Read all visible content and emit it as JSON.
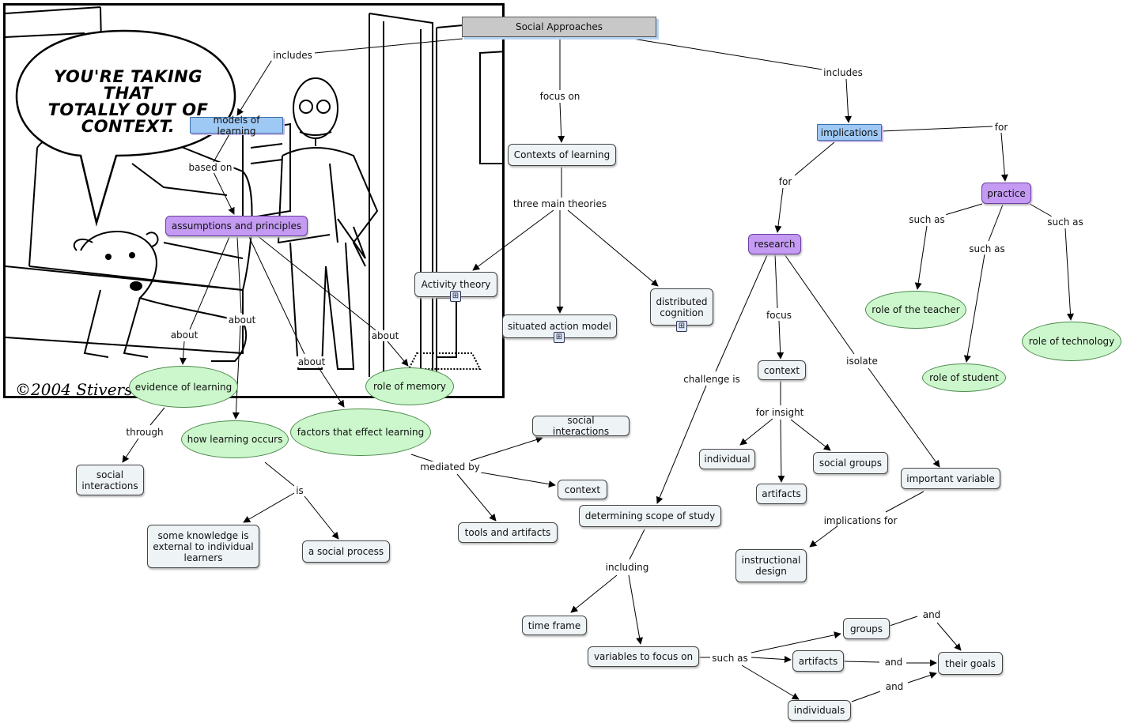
{
  "cartoon": {
    "speech": [
      "YOU'RE TAKING THAT",
      "TOTALLY OUT OF",
      "CONTEXT."
    ],
    "signature": "©2004 Stivers"
  },
  "nodes": [
    {
      "id": "social_approaches",
      "label": "Social Approaches",
      "style": "gray"
    },
    {
      "id": "models_of_learning",
      "label": "models of learning",
      "style": "blue"
    },
    {
      "id": "assumptions",
      "label": "assumptions and principles",
      "style": "purple"
    },
    {
      "id": "evidence",
      "label": "evidence of learning",
      "style": "green"
    },
    {
      "id": "how_learning",
      "label": "how learning occurs",
      "style": "green"
    },
    {
      "id": "factors",
      "label": "factors that effect learning",
      "style": "green"
    },
    {
      "id": "role_memory",
      "label": "role of memory",
      "style": "green"
    },
    {
      "id": "social_interactions_1",
      "label": "social interactions",
      "style": "white"
    },
    {
      "id": "external_knowledge",
      "label": "some knowledge is external to individual learners",
      "style": "white"
    },
    {
      "id": "social_process",
      "label": "a social process",
      "style": "white"
    },
    {
      "id": "contexts",
      "label": "Contexts of learning",
      "style": "white"
    },
    {
      "id": "activity_theory",
      "label": "Activity theory",
      "style": "white"
    },
    {
      "id": "situated",
      "label": "situated action model",
      "style": "white"
    },
    {
      "id": "distributed",
      "label": "distributed cognition",
      "style": "white"
    },
    {
      "id": "social_interactions_2",
      "label": "social interactions",
      "style": "white"
    },
    {
      "id": "context_1",
      "label": "context",
      "style": "white"
    },
    {
      "id": "tools_artifacts",
      "label": "tools and artifacts",
      "style": "white"
    },
    {
      "id": "implications",
      "label": "implications",
      "style": "blue"
    },
    {
      "id": "research",
      "label": "research",
      "style": "purple"
    },
    {
      "id": "practice",
      "label": "practice",
      "style": "purple"
    },
    {
      "id": "role_teacher",
      "label": "role of the teacher",
      "style": "green"
    },
    {
      "id": "role_student",
      "label": "role of student",
      "style": "green"
    },
    {
      "id": "role_technology",
      "label": "role of technology",
      "style": "green"
    },
    {
      "id": "context_2",
      "label": "context",
      "style": "white"
    },
    {
      "id": "individual",
      "label": "individual",
      "style": "white"
    },
    {
      "id": "artifacts_1",
      "label": "artifacts",
      "style": "white"
    },
    {
      "id": "social_groups",
      "label": "social groups",
      "style": "white"
    },
    {
      "id": "important_variable",
      "label": "important variable",
      "style": "white"
    },
    {
      "id": "instructional_design",
      "label": "instructional design",
      "style": "white"
    },
    {
      "id": "scope",
      "label": "determining scope of study",
      "style": "white"
    },
    {
      "id": "time_frame",
      "label": "time frame",
      "style": "white"
    },
    {
      "id": "variables",
      "label": "variables to focus on",
      "style": "white"
    },
    {
      "id": "groups",
      "label": "groups",
      "style": "white"
    },
    {
      "id": "artifacts_2",
      "label": "artifacts",
      "style": "white"
    },
    {
      "id": "individuals",
      "label": "individuals",
      "style": "white"
    },
    {
      "id": "their_goals",
      "label": "their goals",
      "style": "white"
    }
  ],
  "links": [
    {
      "id": "includes_1",
      "label": "includes"
    },
    {
      "id": "based_on",
      "label": "based on"
    },
    {
      "id": "about_1",
      "label": "about"
    },
    {
      "id": "about_2",
      "label": "about"
    },
    {
      "id": "about_3",
      "label": "about"
    },
    {
      "id": "about_4",
      "label": "about"
    },
    {
      "id": "through",
      "label": "through"
    },
    {
      "id": "is",
      "label": "is"
    },
    {
      "id": "mediated_by",
      "label": "mediated by"
    },
    {
      "id": "focus_on",
      "label": "focus on"
    },
    {
      "id": "three_main_theories",
      "label": "three main theories"
    },
    {
      "id": "includes_2",
      "label": "includes"
    },
    {
      "id": "for_1",
      "label": "for"
    },
    {
      "id": "for_2",
      "label": "for"
    },
    {
      "id": "such_as_1",
      "label": "such as"
    },
    {
      "id": "such_as_2",
      "label": "such as"
    },
    {
      "id": "such_as_3",
      "label": "such as"
    },
    {
      "id": "focus",
      "label": "focus"
    },
    {
      "id": "isolate",
      "label": "isolate"
    },
    {
      "id": "challenge_is",
      "label": "challenge is"
    },
    {
      "id": "for_insight",
      "label": "for insight"
    },
    {
      "id": "implications_for",
      "label": "implications for"
    },
    {
      "id": "including",
      "label": "including"
    },
    {
      "id": "such_as_4",
      "label": "such as"
    },
    {
      "id": "and_1",
      "label": "and"
    },
    {
      "id": "and_2",
      "label": "and"
    },
    {
      "id": "and_3",
      "label": "and"
    }
  ]
}
